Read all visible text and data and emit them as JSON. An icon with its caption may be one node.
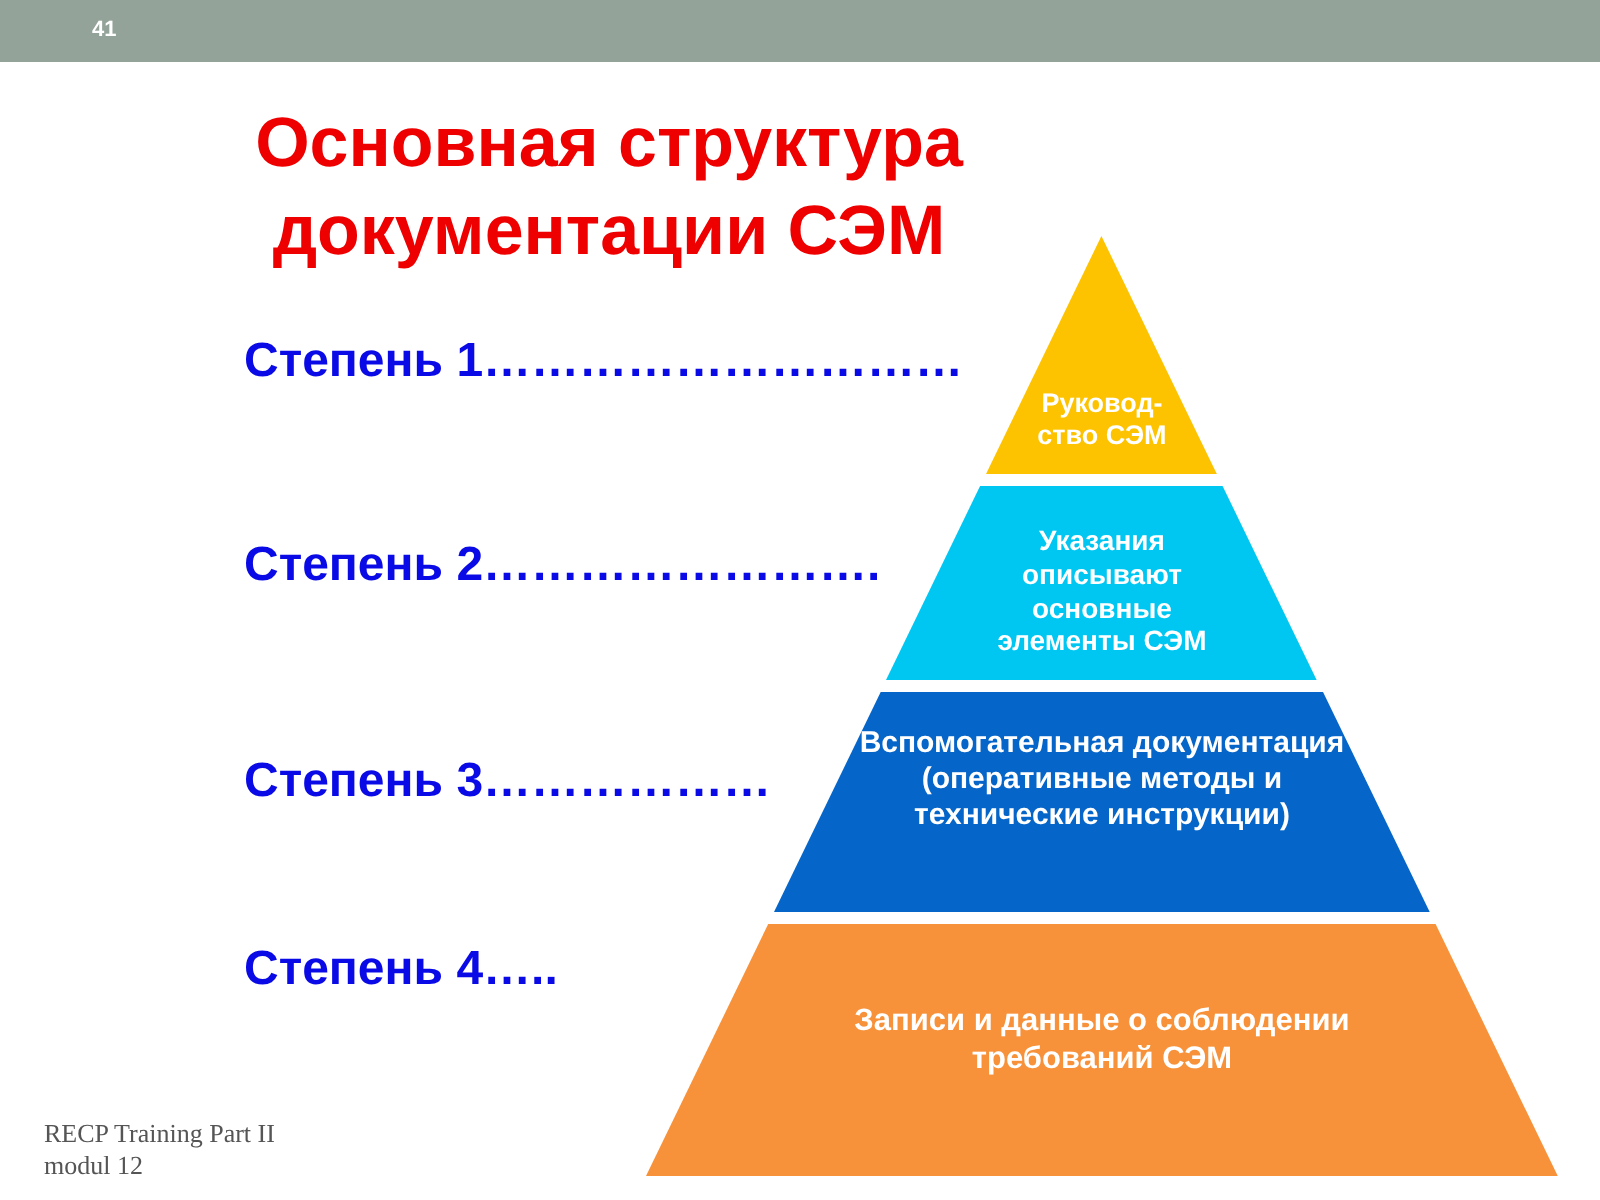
{
  "diagram": {
    "title": "Основная структура документации СЭМ",
    "nodes": [
      {
        "text": [
          "Руковод-ство СЭМ"
        ],
        "beside": [
          "Степень 1…………………………"
        ]
      },
      {
        "text": [
          "Указания описывают основные элементы СЭМ"
        ],
        "beside": [
          "Степень 2……………………."
        ]
      },
      {
        "text": [
          "Вспомогательная документация (оперативные методы и технические инструкции)"
        ],
        "beside": [
          "Степень 3………………"
        ]
      },
      {
        "text": [
          "Записи и данные о соблюдении требований СЭМ"
        ],
        "beside": [
          "Степень 4….."
        ]
      }
    ],
    "labels": [
      "41",
      "RECP Training Part II modul 12"
    ]
  }
}
